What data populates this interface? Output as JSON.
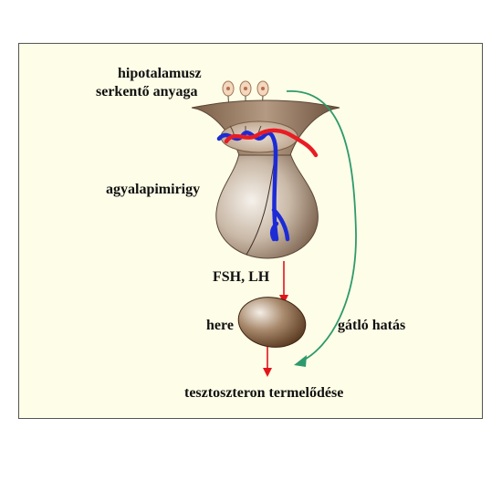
{
  "labels": {
    "hypothalamus_line1": "hipotalamusz",
    "hypothalamus_line2": "serkentő anyaga",
    "pituitary": "agyalapimirigy",
    "hormones": "FSH, LH",
    "testis": "here",
    "inhibition": "gátló hatás",
    "output": "tesztoszteron termelődése"
  },
  "colors": {
    "panel_background": "#fefde7",
    "hormone_arrow": "#e3141b",
    "feedback_arrow": "#2e9a6c",
    "artery": "#e81c24",
    "vein": "#1c2bd6",
    "gland_dark": "#6e5440",
    "gland_light": "#f2ece4",
    "testis_dark": "#5a381c"
  }
}
